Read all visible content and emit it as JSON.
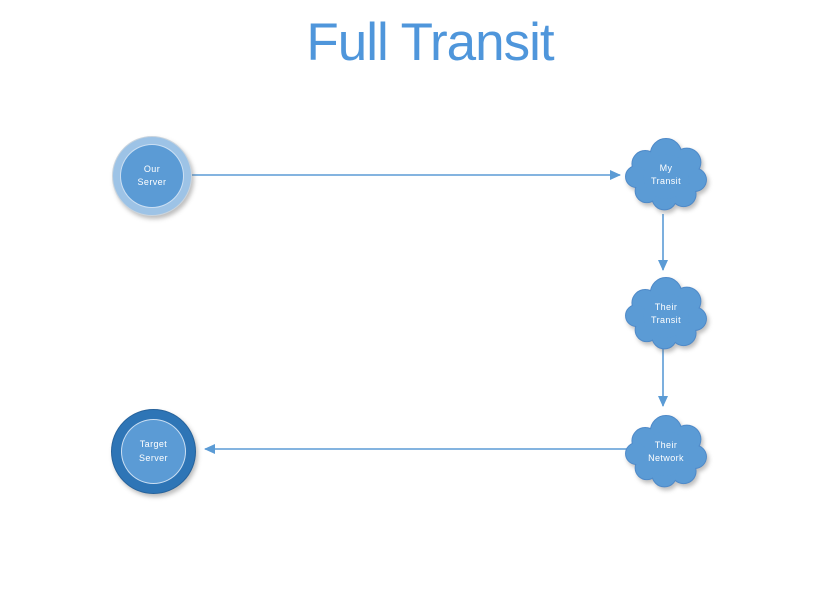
{
  "title": "Full Transit",
  "colors": {
    "background": "#FFFFFF",
    "title_text": "#4F96DB",
    "node_fill": "#5B9BD5",
    "light_ring": "#9DC3E6",
    "dark_ring": "#2E75B6",
    "cloud_stroke": "#4E89C8",
    "arrow": "#5B9BD5",
    "node_text": "#FFFFFF"
  },
  "nodes": {
    "our_server": {
      "shape": "circle-light-ring",
      "line1": "Our",
      "line2": "Server"
    },
    "my_transit": {
      "shape": "cloud",
      "line1": "My",
      "line2": "Transit"
    },
    "their_transit": {
      "shape": "cloud",
      "line1": "Their",
      "line2": "Transit"
    },
    "their_network": {
      "shape": "cloud",
      "line1": "Their",
      "line2": "Network"
    },
    "target_server": {
      "shape": "circle-dark-ring",
      "line1": "Target",
      "line2": "Server"
    }
  },
  "edges": [
    {
      "from": "our_server",
      "to": "my_transit",
      "direction": "right"
    },
    {
      "from": "my_transit",
      "to": "their_transit",
      "direction": "down"
    },
    {
      "from": "their_transit",
      "to": "their_network",
      "direction": "down"
    },
    {
      "from": "their_network",
      "to": "target_server",
      "direction": "left"
    }
  ]
}
